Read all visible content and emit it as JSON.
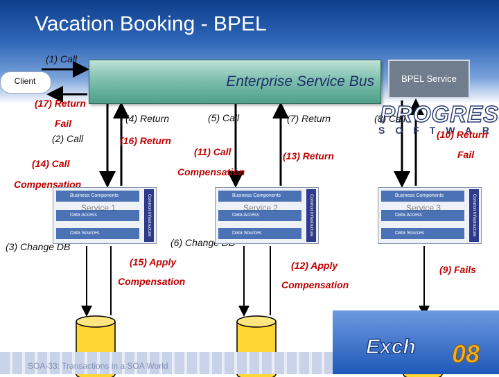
{
  "title": "Vacation Booking - BPEL",
  "client": "Client",
  "esb": "Enterprise Service Bus",
  "bpel_service": "BPEL Service",
  "progress_logo": {
    "word": "PROGRESS",
    "sub": "SOFTWARE"
  },
  "labels": {
    "call1": "(1) Call",
    "return17": "(17) Return",
    "fail_left": "Fail",
    "call2": "(2) Call",
    "return4": "(4) Return",
    "call5": "(5) Call",
    "return7": "(7) Return",
    "call8": "(8) Call",
    "return10": "(10) Return",
    "return16": "(16) Return",
    "call11": "(11) Call",
    "compensation_mid": "Compensation",
    "return13": "(13) Return",
    "fail_right": "Fail",
    "call14": "(14) Call",
    "compensation_left": "Compensation",
    "change3": "(3) Change DB",
    "change6": "(6) Change DB",
    "apply15": "(15) Apply",
    "compensation15": "Compensation",
    "apply12": "(12) Apply",
    "compensation12": "Compensation",
    "fails9": "(9) Fails"
  },
  "services": [
    {
      "caption": "Service 1",
      "rows": [
        "Business Components",
        "Data Access",
        "Data Sources"
      ],
      "side": "Common Infrastructure"
    },
    {
      "caption": "Service 2",
      "rows": [
        "Business Components",
        "Data Access",
        "Data Sources"
      ],
      "side": "Common Infrastructure"
    },
    {
      "caption": "Service 3",
      "rows": [
        "Business Components",
        "Data Access",
        "Data Sources"
      ],
      "side": "Common Infrastructure"
    }
  ],
  "footer": "SOA-33: Transactions in a SOA World",
  "event_logo": {
    "word": "Exch",
    "year": "08"
  },
  "colors": {
    "red_label": "#c00000",
    "title_band": "#1e4f9f",
    "esb": "#7fbfae",
    "db_fill": "#ffd633"
  }
}
